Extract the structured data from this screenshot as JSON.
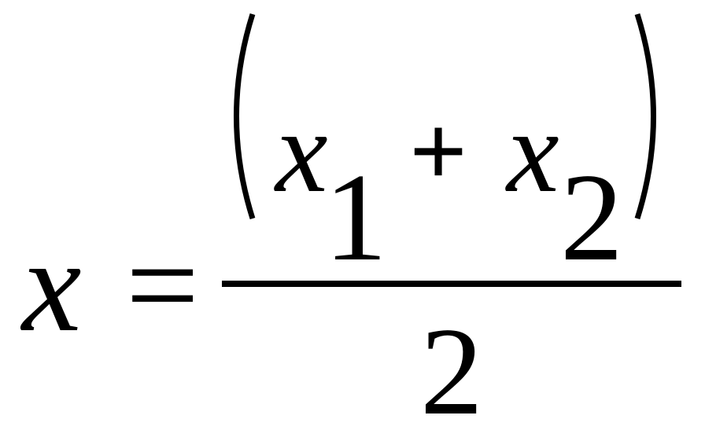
{
  "equation": {
    "lhs_variable": "x",
    "equals_sign": "=",
    "numerator": {
      "term1_variable": "x",
      "term1_subscript": "1",
      "operator": "+",
      "term2_variable": "x",
      "term2_subscript": "2"
    },
    "denominator": "2"
  }
}
